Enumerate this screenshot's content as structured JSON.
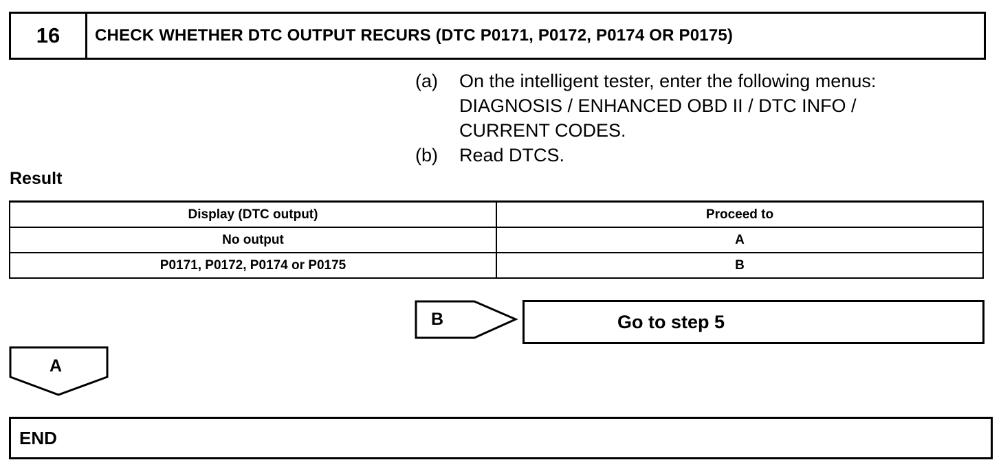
{
  "step": {
    "number": "16",
    "title": "CHECK WHETHER DTC OUTPUT RECURS (DTC P0171, P0172, P0174 OR P0175)"
  },
  "instructions": [
    {
      "marker": "(a)",
      "lines": [
        "On the intelligent tester, enter the following menus:",
        "DIAGNOSIS / ENHANCED OBD II / DTC INFO /",
        "CURRENT CODES."
      ]
    },
    {
      "marker": "(b)",
      "lines": [
        "Read DTCS."
      ]
    }
  ],
  "result": {
    "label": "Result",
    "columns": [
      "Display (DTC output)",
      "Proceed to"
    ],
    "rows": [
      [
        "No output",
        "A"
      ],
      [
        "P0171, P0172, P0174 or P0175",
        "B"
      ]
    ]
  },
  "branch_b": {
    "label": "B",
    "target": "Go to step 5"
  },
  "branch_a": {
    "label": "A"
  },
  "end": {
    "label": "END"
  }
}
